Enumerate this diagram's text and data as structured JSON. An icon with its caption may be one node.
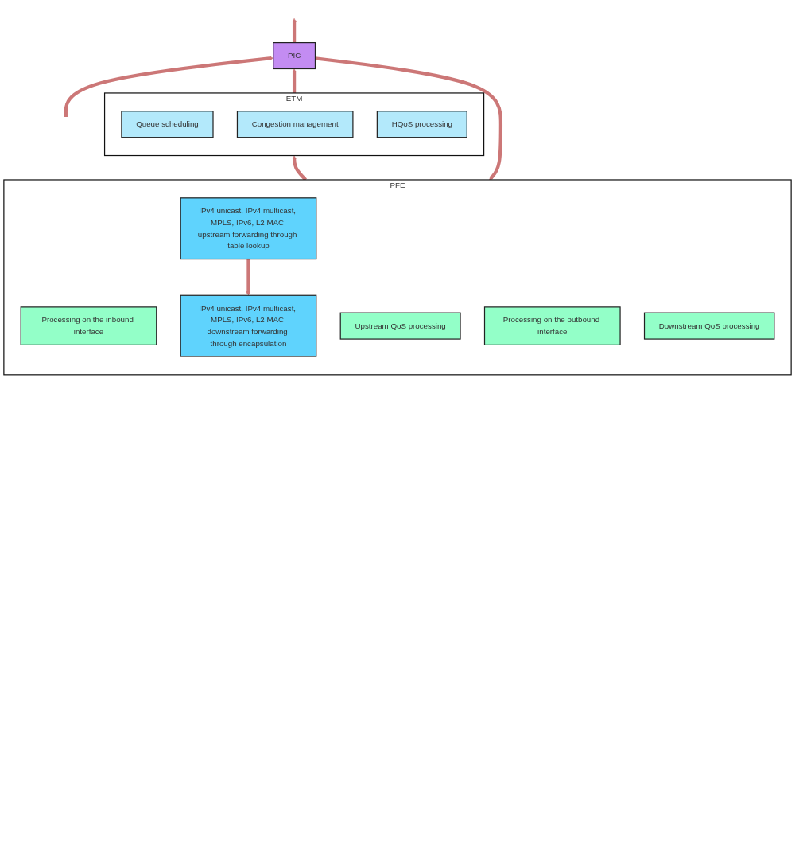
{
  "diagram": {
    "nodes": [
      {
        "text": [
          "PIC"
        ]
      },
      {
        "text": [
          "ETM"
        ]
      },
      {
        "text": [
          "Queue scheduling"
        ],
        "in": 1
      },
      {
        "text": [
          "Congestion management"
        ],
        "in": 1
      },
      {
        "text": [
          "HQoS processing"
        ],
        "in": 1
      },
      {
        "text": [
          "PFE"
        ]
      },
      {
        "text": [
          "Processing on the inbound interface"
        ],
        "in": 5
      },
      {
        "text": [
          "Upstream QoS processing"
        ],
        "in": 5
      },
      {
        "text": [
          "IPv4 unicast, IPv4 multicast, MPLS, IPv6, L2 MAC upstream forwarding through table lookup"
        ],
        "in": 5
      },
      {
        "text": [
          "Processing on the outbound interface"
        ],
        "in": 5
      },
      {
        "text": [
          "Downstream QoS processing"
        ],
        "in": 5
      },
      {
        "text": [
          "IPv4 unicast, IPv4 multicast, MPLS, IPv6, L2 MAC downstream forwarding through encapsulation"
        ],
        "in": 5
      }
    ],
    "edges": [
      {
        "from": null,
        "to": 0,
        "arrow": "to"
      },
      {
        "from": 0,
        "to": null,
        "arrow": "to"
      },
      {
        "from": 0,
        "to": 5,
        "arrow": "to"
      },
      {
        "from": 5,
        "to": 1,
        "arrow": "to"
      },
      {
        "from": 1,
        "to": 0,
        "arrow": "to"
      },
      {
        "from": 8,
        "to": 11,
        "arrow": "to"
      }
    ]
  }
}
